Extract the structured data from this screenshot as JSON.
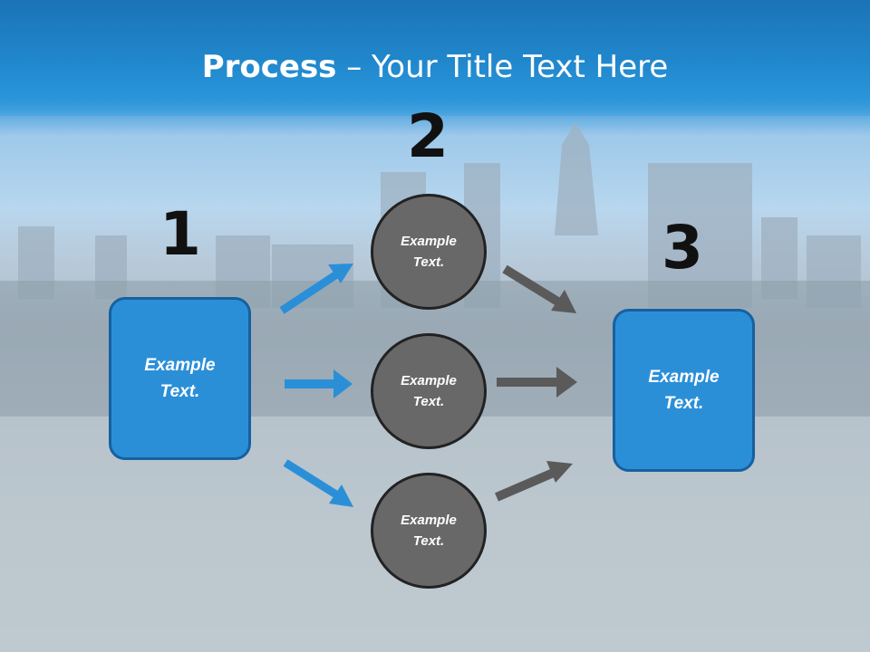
{
  "slide": {
    "title_bold": "Process",
    "title_rest": " – Your Title Text Here"
  },
  "steps": {
    "step1_number": "1",
    "step2_number": "2",
    "step3_number": "3"
  },
  "boxes": {
    "left_text": "Example\nText.",
    "right_text": "Example\nText."
  },
  "circles": [
    {
      "text": "Example\nText."
    },
    {
      "text": "Example\nText."
    },
    {
      "text": "Example\nText."
    }
  ],
  "colors": {
    "header_blue": "#1b73b6",
    "box_blue": "#2b8fd8",
    "arrow_blue": "#2b8fd8",
    "circle_gray": "#686868",
    "arrow_gray": "#5a5a5a"
  }
}
